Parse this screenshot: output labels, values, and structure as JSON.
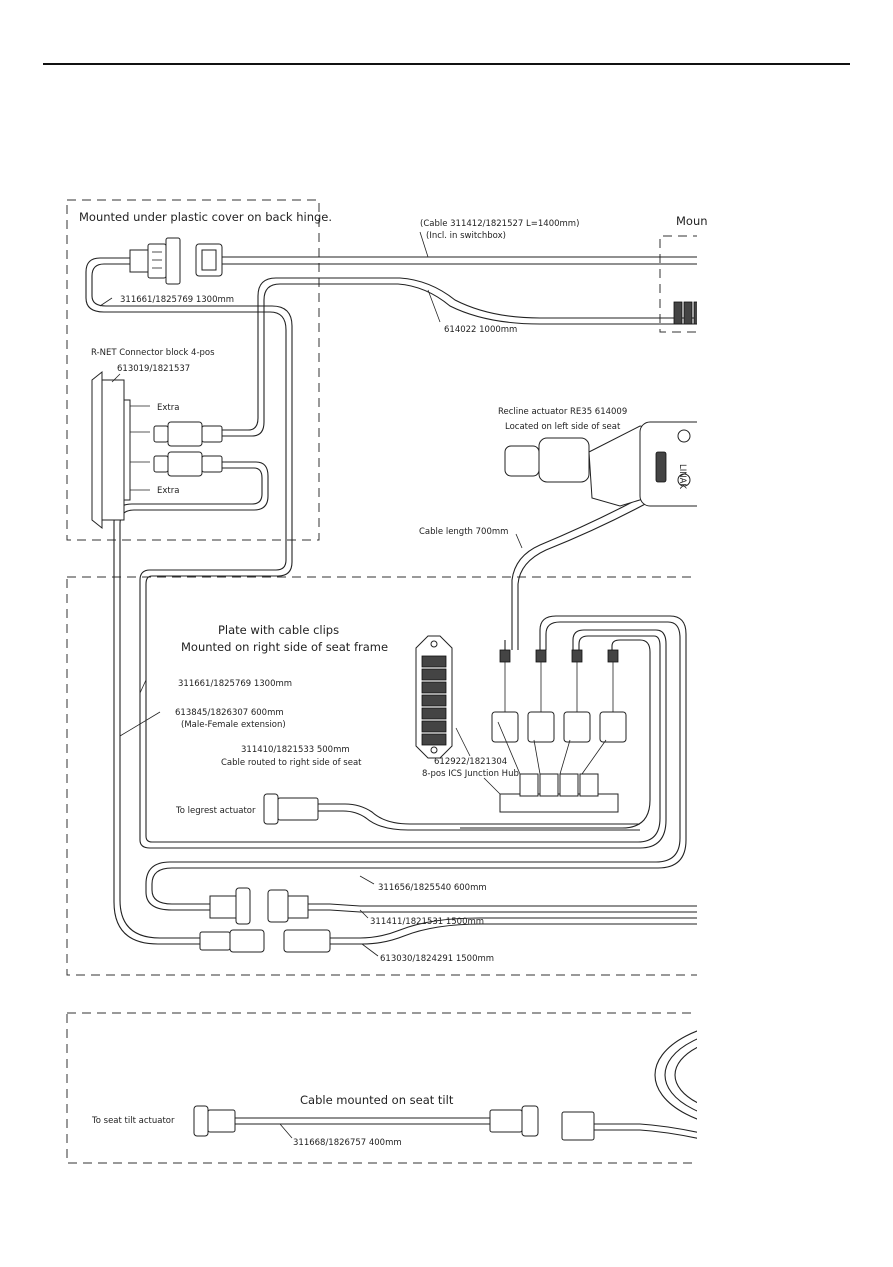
{
  "page": {
    "background": "#ffffff",
    "line_color": "#222222"
  },
  "top_frame": {
    "title": "Mounted under plastic cover on back hinge.",
    "cable_1300": "311661/1825769   1300mm",
    "connector_block_title": "R-NET Connector block 4-pos",
    "connector_block_part": "613019/1821537",
    "extra_top": "Extra",
    "extra_bottom": "Extra"
  },
  "right_cut_label": "Moun",
  "cable_switchbox_1": "(Cable 311412/1821527  L=1400mm)",
  "cable_switchbox_2": "(Incl. in switchbox)",
  "cable_614022": "614022   1000mm",
  "actuator": {
    "title": "Recline actuator RE35  614009",
    "location": "Located on left side of seat",
    "brand": "LINAK",
    "cable_length": "Cable length 700mm"
  },
  "middle_frame": {
    "plate_title_1": "Plate with cable clips",
    "plate_title_2": "Mounted on right side of seat frame",
    "cable_311661": "311661/1825769   1300mm",
    "extension_part": "613845/1826307   600mm",
    "extension_desc": "(Male-Female extension)",
    "cable_311410_part": "311410/1821533    500mm",
    "cable_311410_desc": "Cable routed to right side of seat",
    "legrest": "To legrest actuator",
    "hub_part": "612922/1821304",
    "hub_desc": "8-pos ICS Junction Hub",
    "cable_311656": "311656/1825540   600mm",
    "cable_311411": "311411/1821531     1500mm",
    "cable_613030": "613030/1824291    1500mm"
  },
  "bottom_frame": {
    "title": "Cable mounted on seat tilt",
    "seat_tilt": "To seat tilt actuator",
    "cable_311668": "311668/1826757   400mm"
  }
}
